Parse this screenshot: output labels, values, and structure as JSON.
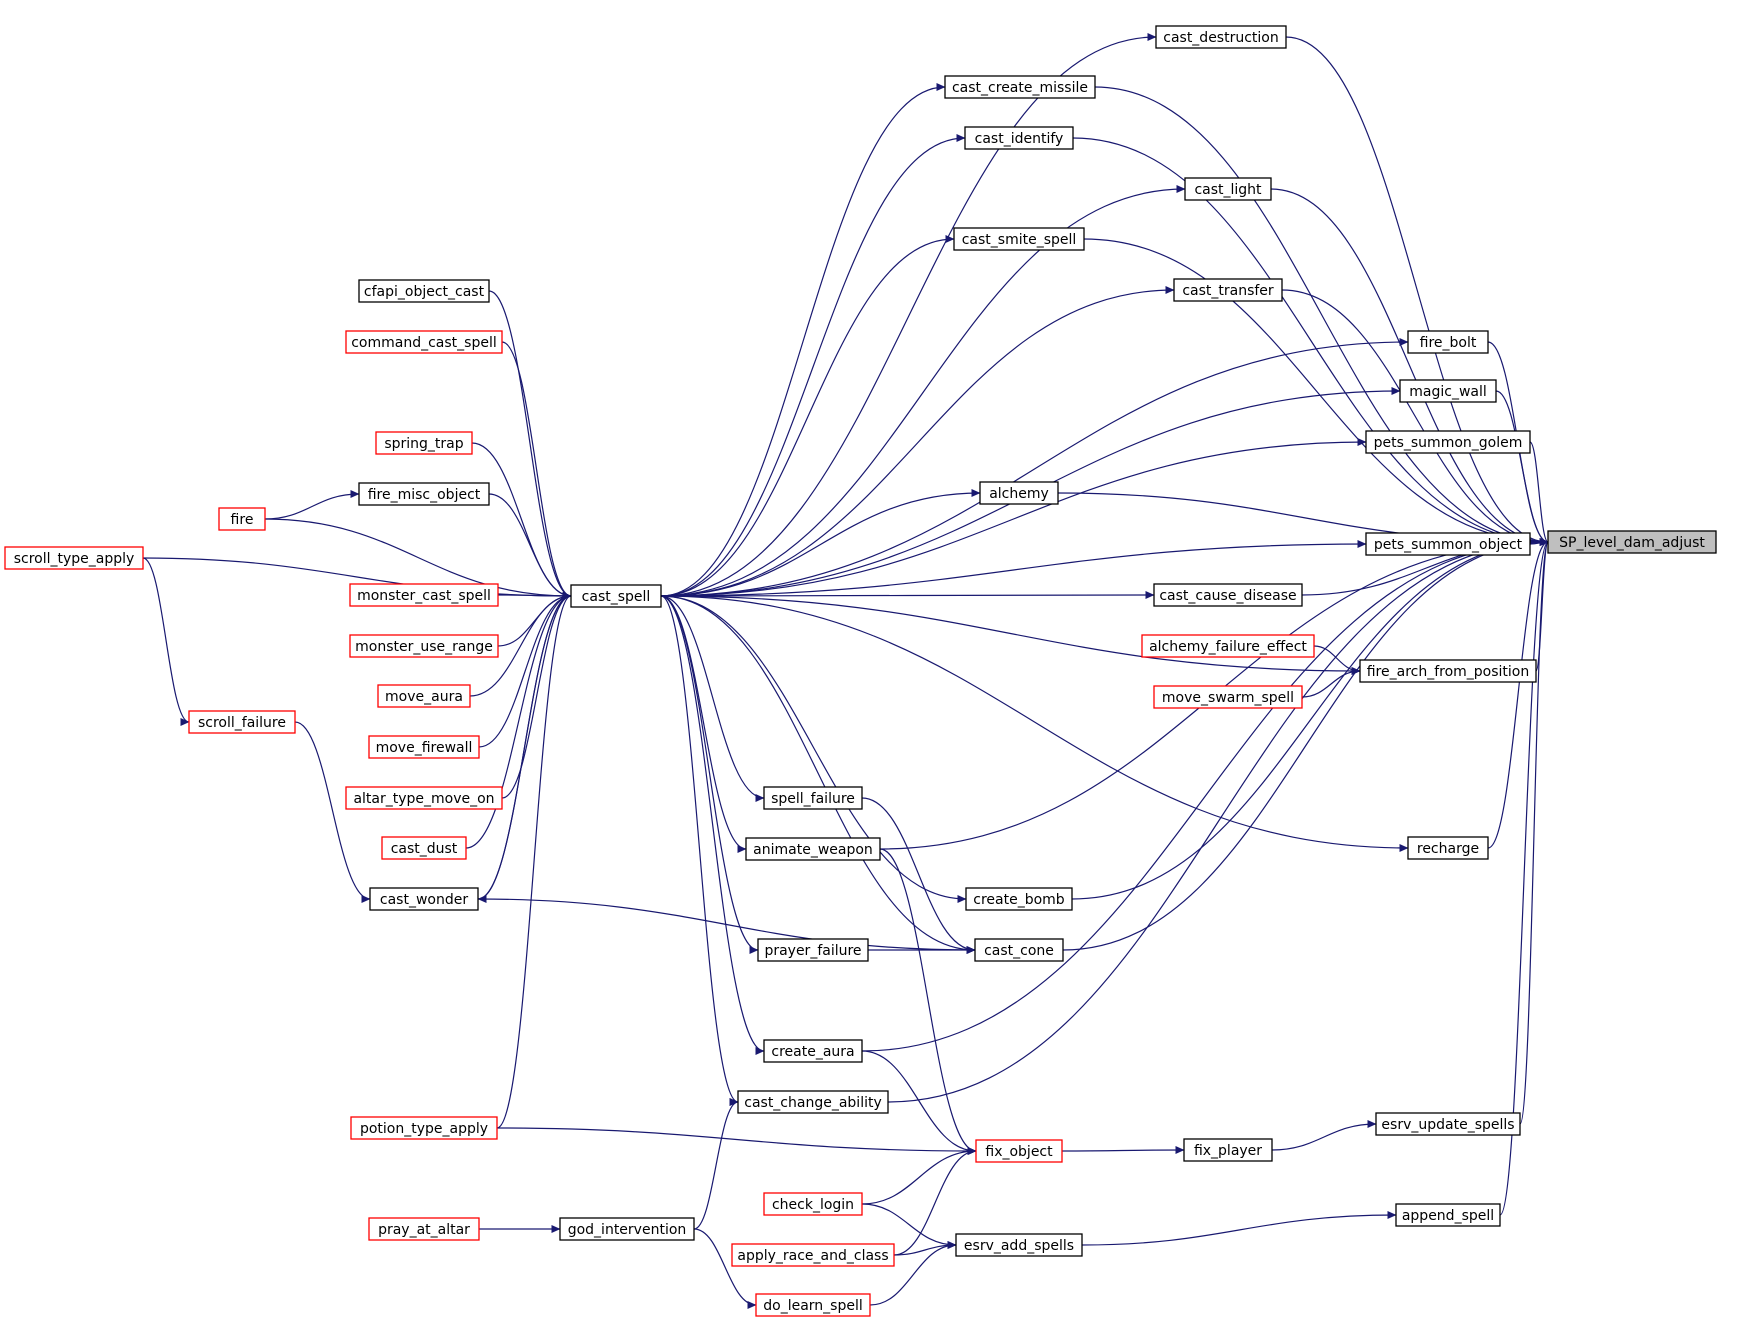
{
  "graph": {
    "root": "SP_level_dam_adjust",
    "nodes": [
      {
        "id": "SP_level_dam_adjust",
        "label": "SP_level_dam_adjust",
        "border": "root"
      },
      {
        "id": "cast_destruction",
        "label": "cast_destruction",
        "border": "black"
      },
      {
        "id": "cast_create_missile",
        "label": "cast_create_missile",
        "border": "black"
      },
      {
        "id": "cast_identify",
        "label": "cast_identify",
        "border": "black"
      },
      {
        "id": "cast_light",
        "label": "cast_light",
        "border": "black"
      },
      {
        "id": "cast_smite_spell",
        "label": "cast_smite_spell",
        "border": "black"
      },
      {
        "id": "cast_transfer",
        "label": "cast_transfer",
        "border": "black"
      },
      {
        "id": "fire_bolt",
        "label": "fire_bolt",
        "border": "black"
      },
      {
        "id": "magic_wall",
        "label": "magic_wall",
        "border": "black"
      },
      {
        "id": "pets_summon_golem",
        "label": "pets_summon_golem",
        "border": "black"
      },
      {
        "id": "alchemy",
        "label": "alchemy",
        "border": "black"
      },
      {
        "id": "pets_summon_object",
        "label": "pets_summon_object",
        "border": "black"
      },
      {
        "id": "cast_cause_disease",
        "label": "cast_cause_disease",
        "border": "black"
      },
      {
        "id": "alchemy_failure_effect",
        "label": "alchemy_failure_effect",
        "border": "red"
      },
      {
        "id": "fire_arch_from_position",
        "label": "fire_arch_from_position",
        "border": "black"
      },
      {
        "id": "move_swarm_spell",
        "label": "move_swarm_spell",
        "border": "red"
      },
      {
        "id": "recharge",
        "label": "recharge",
        "border": "black"
      },
      {
        "id": "create_bomb",
        "label": "create_bomb",
        "border": "black"
      },
      {
        "id": "cast_cone",
        "label": "cast_cone",
        "border": "black"
      },
      {
        "id": "create_aura",
        "label": "create_aura",
        "border": "black"
      },
      {
        "id": "cast_change_ability",
        "label": "cast_change_ability",
        "border": "black"
      },
      {
        "id": "esrv_update_spells",
        "label": "esrv_update_spells",
        "border": "black"
      },
      {
        "id": "fix_player",
        "label": "fix_player",
        "border": "black"
      },
      {
        "id": "fix_object",
        "label": "fix_object",
        "border": "red"
      },
      {
        "id": "append_spell",
        "label": "append_spell",
        "border": "black"
      },
      {
        "id": "esrv_add_spells",
        "label": "esrv_add_spells",
        "border": "black"
      },
      {
        "id": "cast_spell",
        "label": "cast_spell",
        "border": "black"
      },
      {
        "id": "spell_failure",
        "label": "spell_failure",
        "border": "black"
      },
      {
        "id": "animate_weapon",
        "label": "animate_weapon",
        "border": "black"
      },
      {
        "id": "prayer_failure",
        "label": "prayer_failure",
        "border": "black"
      },
      {
        "id": "check_login",
        "label": "check_login",
        "border": "red"
      },
      {
        "id": "apply_race_and_class",
        "label": "apply_race_and_class",
        "border": "red"
      },
      {
        "id": "do_learn_spell",
        "label": "do_learn_spell",
        "border": "red"
      },
      {
        "id": "cfapi_object_cast",
        "label": "cfapi_object_cast",
        "border": "black"
      },
      {
        "id": "command_cast_spell",
        "label": "command_cast_spell",
        "border": "red"
      },
      {
        "id": "spring_trap",
        "label": "spring_trap",
        "border": "red"
      },
      {
        "id": "fire_misc_object",
        "label": "fire_misc_object",
        "border": "black"
      },
      {
        "id": "fire",
        "label": "fire",
        "border": "red"
      },
      {
        "id": "monster_cast_spell",
        "label": "monster_cast_spell",
        "border": "red"
      },
      {
        "id": "monster_use_range",
        "label": "monster_use_range",
        "border": "red"
      },
      {
        "id": "move_aura",
        "label": "move_aura",
        "border": "red"
      },
      {
        "id": "move_firewall",
        "label": "move_firewall",
        "border": "red"
      },
      {
        "id": "altar_type_move_on",
        "label": "altar_type_move_on",
        "border": "red"
      },
      {
        "id": "cast_dust",
        "label": "cast_dust",
        "border": "red"
      },
      {
        "id": "cast_wonder",
        "label": "cast_wonder",
        "border": "black"
      },
      {
        "id": "potion_type_apply",
        "label": "potion_type_apply",
        "border": "red"
      },
      {
        "id": "pray_at_altar",
        "label": "pray_at_altar",
        "border": "red"
      },
      {
        "id": "god_intervention",
        "label": "god_intervention",
        "border": "black"
      },
      {
        "id": "scroll_type_apply",
        "label": "scroll_type_apply",
        "border": "red"
      },
      {
        "id": "scroll_failure",
        "label": "scroll_failure",
        "border": "red"
      }
    ],
    "edges": [
      {
        "from": "cast_destruction",
        "to": "SP_level_dam_adjust"
      },
      {
        "from": "cast_create_missile",
        "to": "SP_level_dam_adjust"
      },
      {
        "from": "cast_identify",
        "to": "SP_level_dam_adjust"
      },
      {
        "from": "cast_light",
        "to": "SP_level_dam_adjust"
      },
      {
        "from": "cast_smite_spell",
        "to": "SP_level_dam_adjust"
      },
      {
        "from": "cast_transfer",
        "to": "SP_level_dam_adjust"
      },
      {
        "from": "fire_bolt",
        "to": "SP_level_dam_adjust"
      },
      {
        "from": "magic_wall",
        "to": "SP_level_dam_adjust"
      },
      {
        "from": "pets_summon_golem",
        "to": "SP_level_dam_adjust"
      },
      {
        "from": "alchemy",
        "to": "SP_level_dam_adjust"
      },
      {
        "from": "pets_summon_object",
        "to": "SP_level_dam_adjust"
      },
      {
        "from": "cast_cause_disease",
        "to": "SP_level_dam_adjust"
      },
      {
        "from": "fire_arch_from_position",
        "to": "SP_level_dam_adjust"
      },
      {
        "from": "animate_weapon",
        "to": "SP_level_dam_adjust"
      },
      {
        "from": "recharge",
        "to": "SP_level_dam_adjust"
      },
      {
        "from": "create_bomb",
        "to": "SP_level_dam_adjust"
      },
      {
        "from": "cast_cone",
        "to": "SP_level_dam_adjust"
      },
      {
        "from": "create_aura",
        "to": "SP_level_dam_adjust"
      },
      {
        "from": "cast_change_ability",
        "to": "SP_level_dam_adjust"
      },
      {
        "from": "esrv_update_spells",
        "to": "SP_level_dam_adjust"
      },
      {
        "from": "append_spell",
        "to": "SP_level_dam_adjust"
      },
      {
        "from": "cast_spell",
        "to": "cast_destruction"
      },
      {
        "from": "cast_spell",
        "to": "cast_create_missile"
      },
      {
        "from": "cast_spell",
        "to": "cast_identify"
      },
      {
        "from": "cast_spell",
        "to": "cast_light"
      },
      {
        "from": "cast_spell",
        "to": "cast_smite_spell"
      },
      {
        "from": "cast_spell",
        "to": "cast_transfer"
      },
      {
        "from": "cast_spell",
        "to": "fire_bolt"
      },
      {
        "from": "cast_spell",
        "to": "magic_wall"
      },
      {
        "from": "cast_spell",
        "to": "pets_summon_golem"
      },
      {
        "from": "cast_spell",
        "to": "alchemy"
      },
      {
        "from": "cast_spell",
        "to": "pets_summon_object"
      },
      {
        "from": "cast_spell",
        "to": "cast_cause_disease"
      },
      {
        "from": "cast_spell",
        "to": "fire_arch_from_position"
      },
      {
        "from": "cast_spell",
        "to": "recharge"
      },
      {
        "from": "cast_spell",
        "to": "create_bomb"
      },
      {
        "from": "cast_spell",
        "to": "cast_cone"
      },
      {
        "from": "cast_spell",
        "to": "spell_failure"
      },
      {
        "from": "cast_spell",
        "to": "animate_weapon"
      },
      {
        "from": "cast_spell",
        "to": "prayer_failure"
      },
      {
        "from": "cast_spell",
        "to": "create_aura"
      },
      {
        "from": "cast_spell",
        "to": "cast_change_ability"
      },
      {
        "from": "cast_spell",
        "to": "cast_wonder"
      },
      {
        "from": "alchemy_failure_effect",
        "to": "fire_arch_from_position"
      },
      {
        "from": "move_swarm_spell",
        "to": "fire_arch_from_position"
      },
      {
        "from": "spell_failure",
        "to": "cast_cone"
      },
      {
        "from": "prayer_failure",
        "to": "cast_cone"
      },
      {
        "from": "cast_wonder",
        "to": "cast_cone"
      },
      {
        "from": "fix_player",
        "to": "esrv_update_spells"
      },
      {
        "from": "fix_object",
        "to": "fix_player"
      },
      {
        "from": "animate_weapon",
        "to": "fix_object"
      },
      {
        "from": "create_aura",
        "to": "fix_object"
      },
      {
        "from": "potion_type_apply",
        "to": "fix_object"
      },
      {
        "from": "check_login",
        "to": "fix_object"
      },
      {
        "from": "apply_race_and_class",
        "to": "fix_object"
      },
      {
        "from": "esrv_add_spells",
        "to": "append_spell"
      },
      {
        "from": "check_login",
        "to": "esrv_add_spells"
      },
      {
        "from": "apply_race_and_class",
        "to": "esrv_add_spells"
      },
      {
        "from": "do_learn_spell",
        "to": "esrv_add_spells"
      },
      {
        "from": "god_intervention",
        "to": "cast_change_ability"
      },
      {
        "from": "god_intervention",
        "to": "do_learn_spell"
      },
      {
        "from": "pray_at_altar",
        "to": "god_intervention"
      },
      {
        "from": "cfapi_object_cast",
        "to": "cast_spell"
      },
      {
        "from": "command_cast_spell",
        "to": "cast_spell"
      },
      {
        "from": "spring_trap",
        "to": "cast_spell"
      },
      {
        "from": "fire_misc_object",
        "to": "cast_spell"
      },
      {
        "from": "fire",
        "to": "cast_spell"
      },
      {
        "from": "monster_cast_spell",
        "to": "cast_spell"
      },
      {
        "from": "monster_use_range",
        "to": "cast_spell"
      },
      {
        "from": "move_aura",
        "to": "cast_spell"
      },
      {
        "from": "move_firewall",
        "to": "cast_spell"
      },
      {
        "from": "altar_type_move_on",
        "to": "cast_spell"
      },
      {
        "from": "cast_dust",
        "to": "cast_spell"
      },
      {
        "from": "cast_wonder",
        "to": "cast_spell"
      },
      {
        "from": "potion_type_apply",
        "to": "cast_spell"
      },
      {
        "from": "scroll_type_apply",
        "to": "cast_spell"
      },
      {
        "from": "fire",
        "to": "fire_misc_object"
      },
      {
        "from": "scroll_type_apply",
        "to": "scroll_failure"
      },
      {
        "from": "scroll_failure",
        "to": "cast_wonder"
      }
    ]
  }
}
